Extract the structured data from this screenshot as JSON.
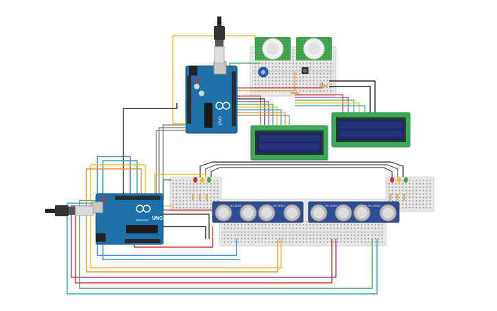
{
  "colors": {
    "arduino": "#1f6fa8",
    "arduino_dark": "#145582",
    "lcd_board": "#3bab5a",
    "lcd_screen": "#1b2a66",
    "breadboard": "#e6e6e6",
    "sonar_board": "#2e4b99",
    "pir_board": "#3aa048",
    "wire_yellow": "#e8c21c",
    "wire_red": "#d0302a",
    "wire_black": "#222222",
    "wire_green": "#3aa64a",
    "wire_teal": "#2aa8b8",
    "wire_purple": "#9c3fa8",
    "wire_orange": "#e8902a",
    "wire_gray": "#888888",
    "wire_blue": "#3b6fd0"
  },
  "boards": {
    "upper_arduino": {
      "model": "UNO",
      "brand": "ARDUINO"
    },
    "lower_arduino": {
      "model": "UNO",
      "brand": "ARDUINO"
    }
  },
  "sonars": {
    "labels": [
      "HC-SR04",
      "HC-SR04",
      "HC-SR04",
      "HC-SR04"
    ]
  },
  "leds": {
    "left": [
      "red",
      "yellow",
      "green"
    ],
    "right": [
      "red",
      "yellow",
      "green"
    ]
  },
  "icons": {
    "usb_top": "usb-plug-icon",
    "usb_left": "usb-plug-icon",
    "potentiometer": "potentiometer-icon",
    "pushbutton": "pushbutton-icon"
  }
}
